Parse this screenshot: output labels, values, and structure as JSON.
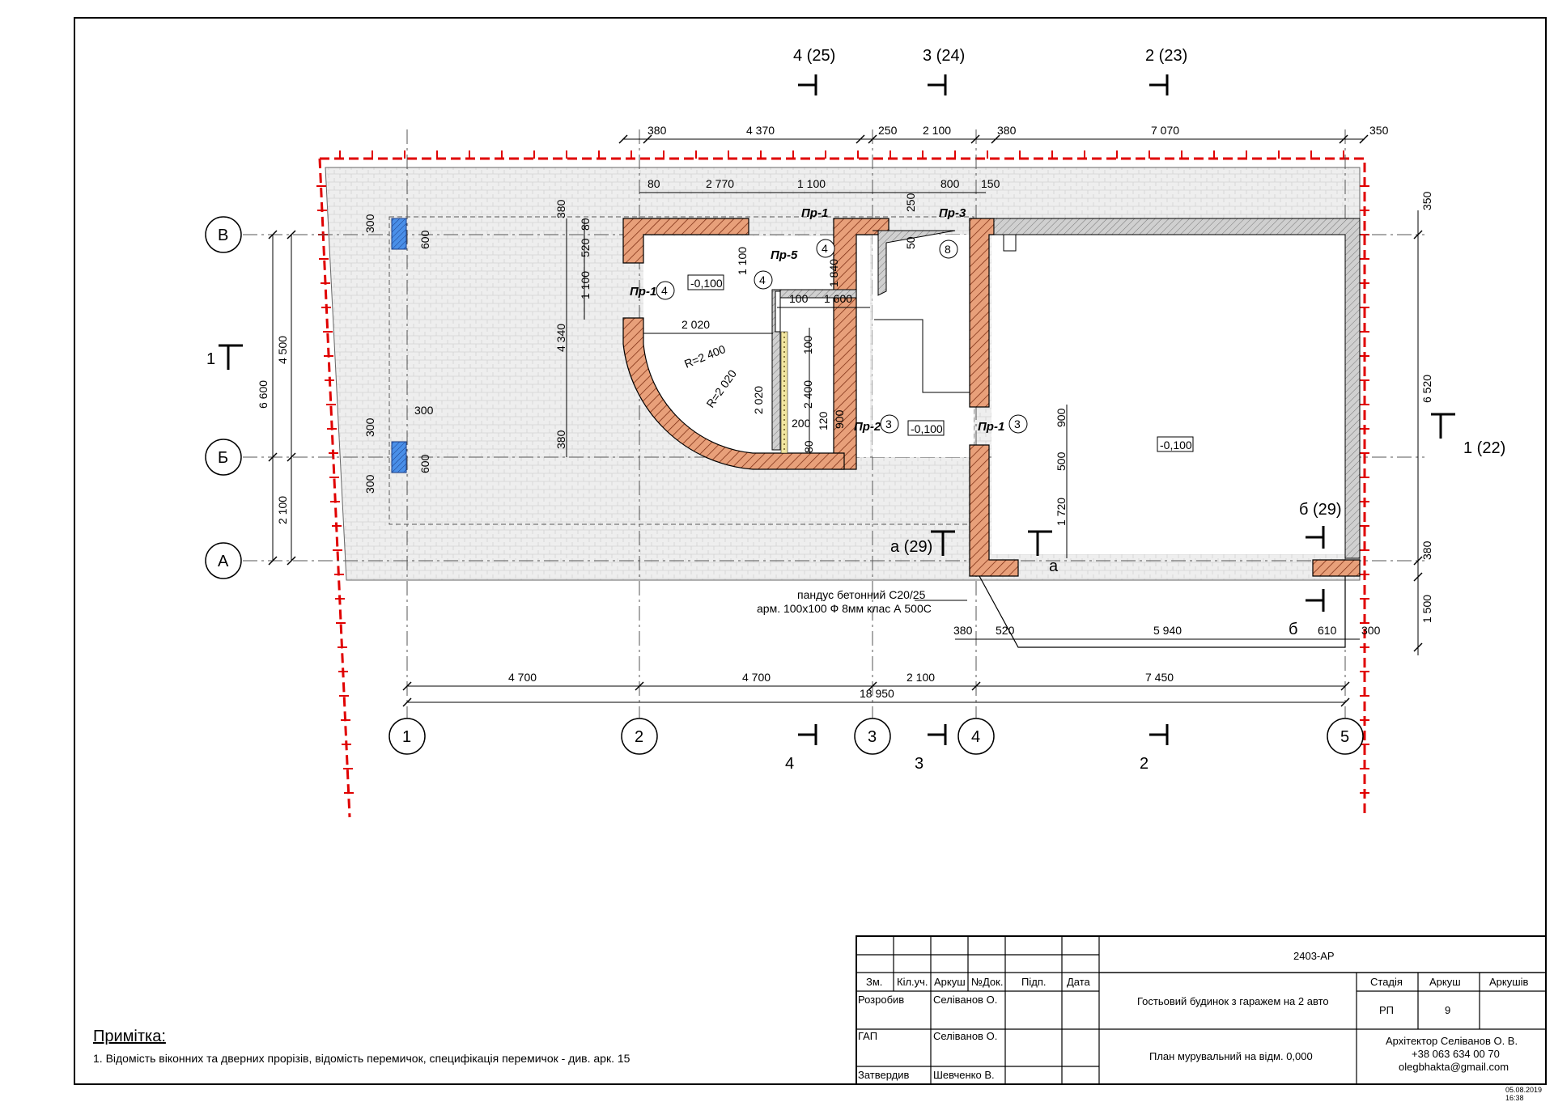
{
  "axes_letters": [
    "В",
    "Б",
    "А"
  ],
  "axes_numbers": [
    "1",
    "2",
    "3",
    "4",
    "5"
  ],
  "section_marks_top": [
    "4 (25)",
    "3 (24)",
    "2 (23)"
  ],
  "section_marks_bottom": [
    "4",
    "3",
    "2"
  ],
  "section_marks_side": {
    "left": "1",
    "right": "1 (22)",
    "a_upper": "а (29)",
    "a_lower": "а",
    "b_upper": "б (29)",
    "b_lower": "б"
  },
  "dims_top_1": [
    "380",
    "4 370",
    "250",
    "2 100",
    "380",
    "7 070",
    "350"
  ],
  "dims_top_2": [
    "80",
    "2 770",
    "1 100",
    "800",
    "150"
  ],
  "dims_bottom_1": [
    "4 700",
    "4 700",
    "2 100",
    "7 450"
  ],
  "dims_bottom_total": "18 950",
  "dims_bottom_ramp": [
    "380",
    "520",
    "5 940",
    "610",
    "300"
  ],
  "dims_left": [
    "6 600",
    "4 500",
    "2 100"
  ],
  "dims_right": [
    "350",
    "6 520",
    "380",
    "1 500"
  ],
  "dims_inner": [
    "300",
    "600",
    "300",
    "300",
    "600",
    "300",
    "380",
    "520",
    "80",
    "1 100",
    "4 340",
    "380",
    "2 020",
    "R=2 400",
    "R=2 020",
    "1 100",
    "1 840",
    "100",
    "1 600",
    "100",
    "2 400",
    "2 020",
    "200",
    "120",
    "900",
    "80",
    "900",
    "500",
    "1 720",
    "250",
    "50"
  ],
  "labels": {
    "pr1_top": "Пр-1",
    "pr3": "Пр-3",
    "pr5": "Пр-5",
    "pr1_left": "Пр-1",
    "pr2": "Пр-2",
    "pr1_right": "Пр-1"
  },
  "level_marks": [
    "-0,100",
    "-0,100",
    "-0,100"
  ],
  "circle_marks": [
    "4",
    "4",
    "4",
    "8",
    "3",
    "3"
  ],
  "ramp_note": [
    "пандус бетонний С20/25",
    "арм. 100х100 Ф 8мм клас А 500С"
  ],
  "title_block": {
    "code": "2403-АР",
    "headers": [
      "Зм.",
      "Кіл.уч.",
      "Аркуш",
      "№Док.",
      "Підп.",
      "Дата"
    ],
    "rows": [
      {
        "role": "Розробив",
        "name": "Селіванов О."
      },
      {
        "role": "ГАП",
        "name": "Селіванов О."
      },
      {
        "role": "Затвердив",
        "name": "Шевченко В."
      }
    ],
    "project": "Гостьовий будинок з гаражем на 2 авто",
    "sheet_title": "План мурувальний на відм. 0,000",
    "stage_header": "Стадія",
    "sheet_header": "Аркуш",
    "sheets_header": "Аркушів",
    "stage": "РП",
    "sheet_no": "9",
    "company": [
      "Архітектор Селіванов О. В.",
      "+38 063 634 00 70",
      "olegbhakta@gmail.com"
    ]
  },
  "note": {
    "title": "Примітка:",
    "line": "1. Відомість віконних та дверних прорізів, відомість перемичок, специфікація перемичок - див. арк. 15"
  },
  "stamp": "05.08.2019 16:38",
  "colors": {
    "brick": "#e8a07a",
    "brick_hatch": "#7a2a10",
    "red_line": "#e00000",
    "paving": "#e4e4e4",
    "column_blue": "#4a8fe8"
  }
}
